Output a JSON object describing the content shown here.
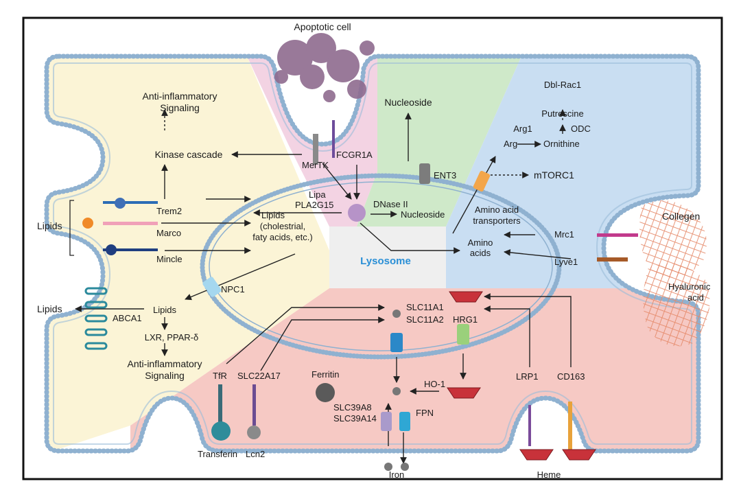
{
  "labels": {
    "apoptotic_cell": "Apoptotic cell",
    "anti_inflam_top_1": "Anti-inflammatory",
    "anti_inflam_top_2": "Signaling",
    "kinase_cascade": "Kinase cascade",
    "mertk": "MerTK",
    "fcgr1a": "FCGR1A",
    "nucleoside_top": "Nucleoside",
    "ent3": "ENT3",
    "dbl_rac1": "Dbl-Rac1",
    "putrescine": "Putrescine",
    "odc": "ODC",
    "arg1": "Arg1",
    "arg": "Arg",
    "ornithine": "Ornithine",
    "mtorc1": "mTORC1",
    "lipa": "Lipa",
    "pla2g15": "PLA2G15",
    "dnase": "DNase II",
    "nucleoside_mid": "Nucleoside",
    "trem2": "Trem2",
    "marco": "Marco",
    "mincle": "Mincle",
    "lipids_left": "Lipids",
    "lipids_inner_1": "Lipids",
    "lipids_inner_2": "(cholestrial,",
    "lipids_inner_3": "faty acids, etc.)",
    "aa_transporters_1": "Amino acid",
    "aa_transporters_2": "transporters",
    "amino_acids_1": "Amino",
    "amino_acids_2": "acids",
    "mrc1": "Mrc1",
    "lyve1": "Lyve1",
    "collegen": "Collegen",
    "hyaluronic_1": "Hyaluronic",
    "hyaluronic_2": "acid",
    "lysosome": "Lysosome",
    "npc1": "NPC1",
    "lipids_out": "Lipids",
    "abca1": "ABCA1",
    "lipids_lower": "Lipids",
    "lxr": "LXR, PPAR-δ",
    "anti_inflam_bot_1": "Anti-inflammatory",
    "anti_inflam_bot_2": "Signaling",
    "slc11a1": "SLC11A1",
    "slc11a2": "SLC11A2",
    "hrg1": "HRG1",
    "tfr": "TfR",
    "slc22a17": "SLC22A17",
    "ferritin": "Ferritin",
    "ho1": "HO-1",
    "slc39a8": "SLC39A8",
    "slc39a14": "SLC39A14",
    "fpn": "FPN",
    "lrp1": "LRP1",
    "cd163": "CD163",
    "transferin": "Transferin",
    "lcn2": "Lcn2",
    "iron": "Iron",
    "heme": "Heme"
  },
  "colors": {
    "lipid_region": "#fbf4d6",
    "apoptotic_region": "#f3d3e3",
    "nucleoside_region": "#cfe9c9",
    "amino_region": "#c9def2",
    "iron_region": "#f6c9c4",
    "lysosome_core": "#efefef",
    "membrane": "#9bbcd8",
    "membrane_dot": "#8fb1d0",
    "lysosome_text": "#2a8fd6",
    "apoptotic_body": "#8e6b8f",
    "heme_red": "#c8323a"
  }
}
